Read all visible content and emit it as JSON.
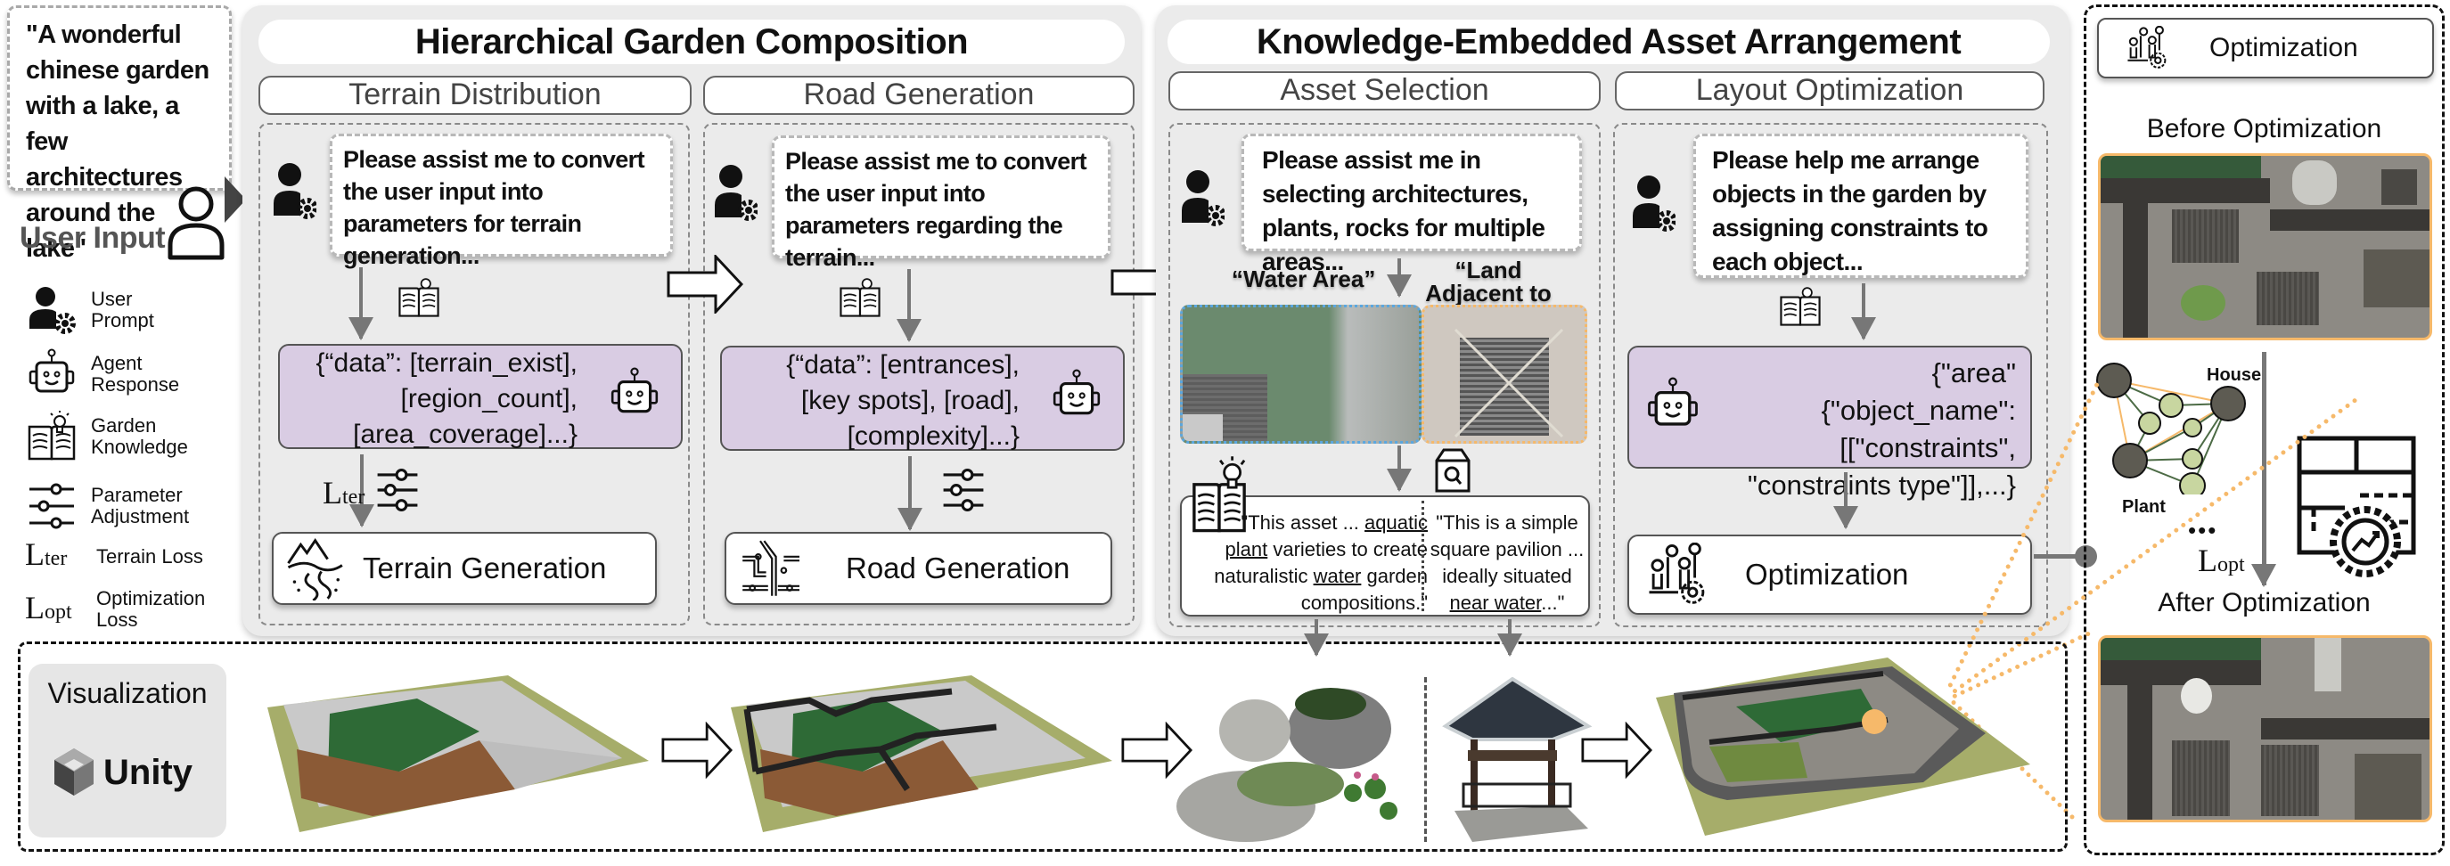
{
  "user_input": {
    "prompt_text": "\"A wonderful chinese garden with a lake, a few architectures around the lake\"",
    "label": "User Input"
  },
  "legend": [
    {
      "icon": "user-prompt-icon",
      "label": "User Prompt"
    },
    {
      "icon": "agent-response-icon",
      "label": "Agent Response"
    },
    {
      "icon": "garden-knowledge-icon",
      "label": "Garden Knowledge"
    },
    {
      "icon": "parameter-adjustment-icon",
      "label": "Parameter Adjustment"
    },
    {
      "icon": "terrain-loss-symbol",
      "symbol": "L",
      "sub": "ter",
      "label": "Terrain Loss"
    },
    {
      "icon": "optimization-loss-symbol",
      "symbol": "L",
      "sub": "opt",
      "label": "Optimization Loss"
    }
  ],
  "hierarchical": {
    "title": "Hierarchical Garden Composition",
    "columns": [
      {
        "tab": "Terrain Distribution",
        "prompt": "Please assist me to convert the user input into parameters for terrain generation...",
        "agent_lines": [
          "{“data”: [terrain_exist],",
          "[region_count],",
          "[area_coverage]...}"
        ],
        "loss": {
          "symbol": "L",
          "sub": "ter"
        },
        "stage": "Terrain Generation",
        "stage_icon": "terrain-icon"
      },
      {
        "tab": "Road Generation",
        "prompt": "Please assist me to convert the user input into parameters regarding the terrain...",
        "agent_lines": [
          "{“data”: [entrances],",
          "[key spots], [road],",
          "[complexity]...}"
        ],
        "stage": "Road Generation",
        "stage_icon": "road-map-icon"
      }
    ]
  },
  "knowledge": {
    "title": "Knowledge-Embedded Asset Arrangement",
    "asset_selection": {
      "tab": "Asset Selection",
      "prompt": "Please assist me in selecting architectures, plants, rocks for multiple areas...",
      "area_labels": [
        "“Water Area”",
        "“Land Adjacent to Water”"
      ],
      "area_colors": {
        "water": "#5aa7e0",
        "land": "#f6b96a"
      },
      "quote_left": {
        "pre": "\"This asset ... ",
        "u1": "aquatic plant",
        "mid": " varieties to create naturalistic ",
        "u2": "water",
        "post": " garden compositions.\""
      },
      "quote_right": {
        "pre": "\"This is a simple square pavilion ... ideally situated ",
        "u1": "near water",
        "post": "...\""
      }
    },
    "layout_optimization": {
      "tab": "Layout Optimization",
      "prompt": "Please help me arrange objects in the garden by assigning constraints to each object...",
      "agent_lines": [
        "{\"area\"{\"object_name\":",
        "[[\"constraints\",",
        "\"constraints type\"]],...}"
      ],
      "stage": "Optimization"
    }
  },
  "optimization_panel": {
    "header": "Optimization",
    "before_label": "Before Optimization",
    "after_label": "After Optimization",
    "graph_labels": {
      "house": "House",
      "plant": "Plant"
    },
    "ellipsis": "•••",
    "loss": {
      "symbol": "L",
      "sub": "opt"
    }
  },
  "visualization": {
    "label": "Visualization",
    "engine": "Unity"
  },
  "colors": {
    "panel_bg": "#ebebeb",
    "agent_bg": "#d9cce3",
    "highlight_orange": "#f6b96a",
    "arrow_gray": "#777777"
  }
}
